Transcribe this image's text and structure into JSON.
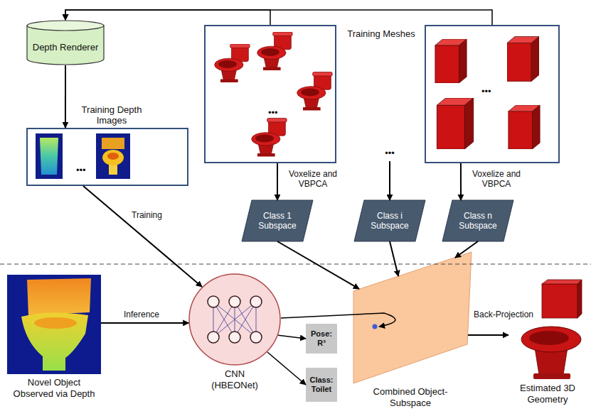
{
  "diagram": {
    "nodes": [
      {
        "text": [
          "Depth Renderer"
        ]
      },
      {
        "text": [
          "Training Depth Images",
          "•••"
        ]
      },
      {
        "text": [
          "•••"
        ]
      },
      {
        "text": [
          "•••"
        ]
      },
      {
        "text": [
          "•••"
        ]
      },
      {
        "text": [
          "Class 1 Subspace"
        ]
      },
      {
        "text": [
          "Class i Subspace"
        ]
      },
      {
        "text": [
          "Class n Subspace"
        ]
      },
      {
        "text": [
          "Novel Object Observed via Depth"
        ]
      },
      {
        "text": [
          "CNN (HBEONet)"
        ]
      },
      {
        "text": [
          "Pose: R³"
        ]
      },
      {
        "text": [
          "Class: Toilet"
        ]
      },
      {
        "text": [
          "Combined Object-Subspace"
        ]
      },
      {
        "text": [
          "Estimated 3D Geometry"
        ]
      }
    ],
    "edges": [
      {
        "from": 2,
        "to": 0,
        "arrow": "to"
      },
      {
        "from": 4,
        "to": 0,
        "arrow": "to"
      },
      {
        "from": 0,
        "to": 1,
        "arrow": "to"
      },
      {
        "from": 1,
        "to": 9,
        "label": "Training",
        "arrow": "to"
      },
      {
        "from": 2,
        "to": 5,
        "label": "Voxelize and VBPCA",
        "arrow": "to"
      },
      {
        "from": 3,
        "to": 6,
        "arrow": "to"
      },
      {
        "from": 4,
        "to": 7,
        "label": "Voxelize and VBPCA",
        "arrow": "to"
      },
      {
        "from": 5,
        "to": 12,
        "arrow": "to"
      },
      {
        "from": 6,
        "to": 12,
        "arrow": "to"
      },
      {
        "from": 7,
        "to": 12,
        "arrow": "to"
      },
      {
        "from": 8,
        "to": 9,
        "label": "Inference",
        "arrow": "to"
      },
      {
        "from": 9,
        "to": 10,
        "arrow": "to"
      },
      {
        "from": 9,
        "to": 11,
        "arrow": "to"
      },
      {
        "from": 9,
        "to": 12,
        "arrow": "to"
      },
      {
        "from": 12,
        "to": 13,
        "label": "Back-Projection",
        "arrow": "to"
      }
    ],
    "labels": [
      "Training Meshes"
    ]
  }
}
